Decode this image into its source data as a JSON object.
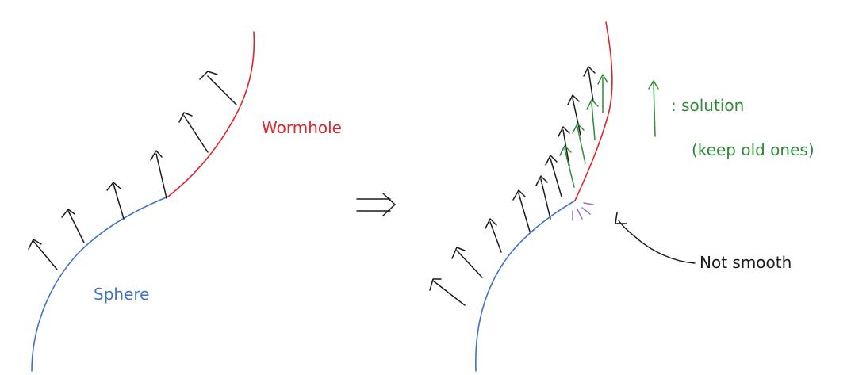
{
  "labels": {
    "wormhole": "Wormhole",
    "sphere": "Sphere",
    "legend_solution": ": solution",
    "legend_keep": "(keep old ones)",
    "not_smooth": "Not smooth",
    "implies": "⇒"
  },
  "colors": {
    "sphere": "#3f72c2",
    "wormhole": "#e0262c",
    "normals": "#1a1a1a",
    "solution": "#2f8b3a",
    "kink": "#9a6fd1"
  }
}
